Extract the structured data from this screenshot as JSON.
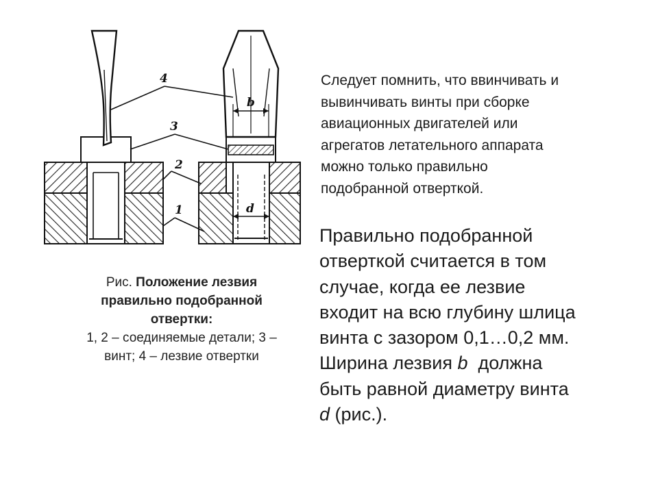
{
  "figure": {
    "labels": {
      "one": "1",
      "two": "2",
      "three": "3",
      "four": "4",
      "b": "b",
      "d": "d"
    }
  },
  "caption": {
    "prefix": "Рис. ",
    "title_line1": "Положение лезвия",
    "title_line2": "правильно подобранной",
    "title_line3": "отвертки:",
    "legend_line1": "1, 2 – соединяемые детали; 3 –",
    "legend_line2": "винт; 4 – лезвие отвертки"
  },
  "text_small": {
    "line1": "Следует помнить, что ввинчивать и",
    "line2": "вывинчивать винты при сборке",
    "line3": "авиационных двигателей или",
    "line4": "агрегатов летательного аппарата",
    "line5": "можно только правильно",
    "line6": "подобранной отверткой."
  },
  "text_large": {
    "line1": "Правильно подобранной",
    "line2": "отверткой считается в том",
    "line3": "случае, когда ее лезвие",
    "line4": "входит на всю глубину шлица",
    "line5": "винта с зазором 0,1…0,2 мм.",
    "line6_a": "Ширина лезвия ",
    "line6_b": "b",
    "line6_c": "  должна",
    "line7": "быть равной диаметру винта",
    "line8_a": "d",
    "line8_b": " (рис.)."
  }
}
